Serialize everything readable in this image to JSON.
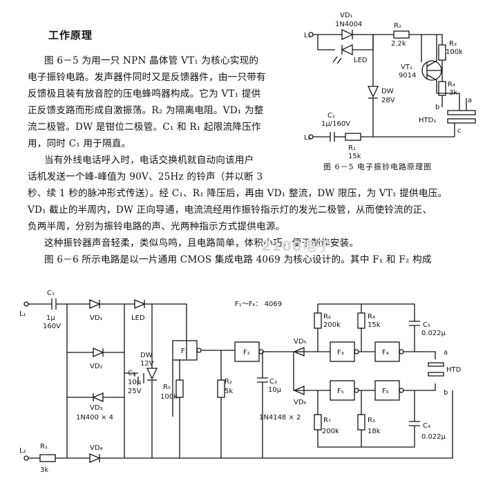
{
  "section_title": "工作原理",
  "paragraphs": [
    "图 6－5 为用一只 NPN 晶体管 VT₁ 为核心实现的",
    "电子振铃电路。发声器件同时又是反馈器件，由一只带有",
    "反馈极且装有放音腔的压电蜂鸣器构成。它为 VT₁ 提供",
    "正反馈支路而形成自激振荡。R₂ 为隔离电阻。VD₁ 为整",
    "流二极管。DW 是钳位二极管。C₁ 和 R₁ 起限流降压作",
    "用，同时 C₁ 用于隔直。",
    "当有外线电话呼入时，电话交换机就自动向该用户",
    "话机发送一个峰-峰值为 90V、25Hz 的铃声（并以断 3",
    "秒、续 1 秒的脉冲形式传送）。经 C₁、R₁ 降压后，再由 VD₁ 整流，DW 限压，为 VT₁ 提供电压。",
    "VD₁ 截止的半周内，DW 正向导通，电流流经用作振铃指示灯的发光二极管，从而使铃流的正、",
    "负两半周，分别为振铃电路的声、光两种指示方式提供电源。",
    "这种振铃器声音轻柔，类似鸟鸣，且电路简单，体积小巧，便于制作安装。",
    "图 6－6 所示电路是以一片通用 CMOS 集成电路 4069 为核心设计的。其中 F₁ 和 F₂ 构成"
  ],
  "fig65": {
    "caption": "图 6－5  电子振铃电路原理图",
    "labels": {
      "L1": "L₁",
      "L2": "L₂",
      "VD1": "VD₁",
      "VD1_type": "1N4004",
      "LED": "LED",
      "R2": "R₂",
      "R2_val": "2.2k",
      "R3": "R₃",
      "R3_val": "100k",
      "VT1": "VT₁",
      "VT1_type": "9014",
      "R4": "R₄",
      "R4_val": "3k",
      "DW": "DW",
      "DW_val": "28V",
      "C1": "C₁",
      "C1_val": "1μ/160V",
      "R1": "R₁",
      "R1_val": "15k",
      "HTD1": "HTD₁",
      "a": "a",
      "b": "b",
      "c": "c"
    }
  },
  "fig66": {
    "ic_label": "F₁～F₆：   4069",
    "labels": {
      "L1": "L₁",
      "L2": "L₂",
      "C1": "C₁",
      "C1_val1": "1μ",
      "C1_val2": "160V",
      "VD1": "VD₁",
      "LED": "LED",
      "VD2": "VD₂",
      "VD3": "VD₃",
      "VD4": "VD₄",
      "diode_type": "1N400 × 4",
      "C2": "C₂",
      "C2_val1": "10μ",
      "C2_val2": "25V",
      "DW": "DW",
      "DW_val": "12V",
      "R1": "R₁",
      "R1_val": "3k",
      "F1": "F₁",
      "F2": "F₂",
      "F3": "F₃",
      "F4": "F₄",
      "F5": "F₅",
      "F6": "F₆",
      "R5": "R₅",
      "R5_val": "100k",
      "R2": "R₂",
      "R2_val": "5k",
      "C3": "C₃",
      "C3_val": "10μ",
      "VD5": "VD₅",
      "VD6": "VD₆",
      "vd_type": "1N4148 × 2",
      "R6": "R₆",
      "R6_val": "200k",
      "R4": "R₄",
      "R4_val": "15k",
      "C5": "C₅",
      "C5_val": "0.022μ",
      "R7": "R₇",
      "R7_val": "200k",
      "R3": "R₃",
      "R3_val": "18k",
      "C4": "C₄",
      "C4_val": "0.022μ",
      "HTD": "HTD",
      "a": "a",
      "b": "b"
    }
  },
  "watermark": "2100电子"
}
